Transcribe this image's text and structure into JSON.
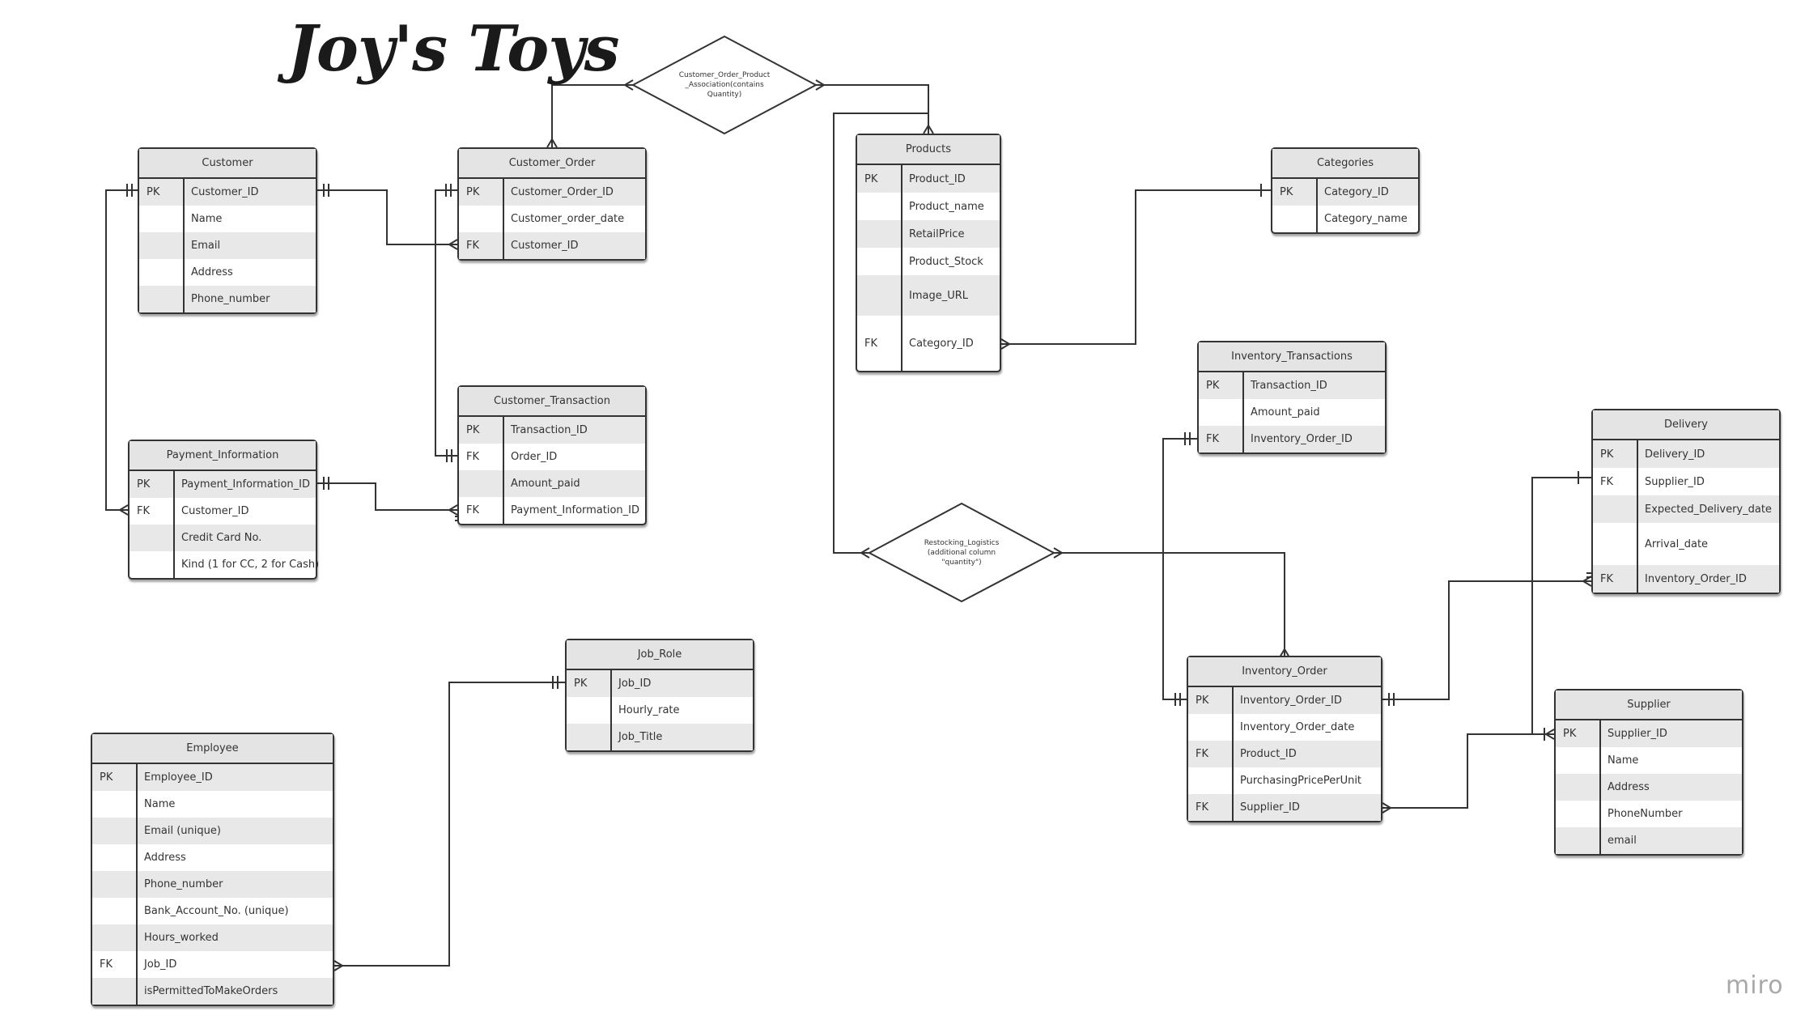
{
  "title": "Joy's Toys",
  "brand": "miro",
  "entities": {
    "customer": {
      "name": "Customer",
      "rows": [
        {
          "key": "PK",
          "field": "Customer_ID"
        },
        {
          "key": "",
          "field": "Name"
        },
        {
          "key": "",
          "field": "Email"
        },
        {
          "key": "",
          "field": "Address"
        },
        {
          "key": "",
          "field": "Phone_number"
        }
      ]
    },
    "customer_order": {
      "name": "Customer_Order",
      "rows": [
        {
          "key": "PK",
          "field": "Customer_Order_ID"
        },
        {
          "key": "",
          "field": "Customer_order_date"
        },
        {
          "key": "FK",
          "field": "Customer_ID"
        }
      ]
    },
    "payment_information": {
      "name": "Payment_Information",
      "rows": [
        {
          "key": "PK",
          "field": "Payment_Information_ID"
        },
        {
          "key": "FK",
          "field": "Customer_ID"
        },
        {
          "key": "",
          "field": "Credit Card No."
        },
        {
          "key": "",
          "field": "Kind (1 for CC, 2 for Cash)"
        }
      ]
    },
    "customer_transaction": {
      "name": "Customer_Transaction",
      "rows": [
        {
          "key": "PK",
          "field": "Transaction_ID"
        },
        {
          "key": "FK",
          "field": "Order_ID"
        },
        {
          "key": "",
          "field": "Amount_paid"
        },
        {
          "key": "FK",
          "field": "Payment_Information_ID"
        }
      ]
    },
    "products": {
      "name": "Products",
      "rows": [
        {
          "key": "PK",
          "field": "Product_ID"
        },
        {
          "key": "",
          "field": "Product_name"
        },
        {
          "key": "",
          "field": "RetailPrice"
        },
        {
          "key": "",
          "field": "Product_Stock"
        },
        {
          "key": "",
          "field": "Image_URL"
        },
        {
          "key": "FK",
          "field": "Category_ID"
        }
      ]
    },
    "categories": {
      "name": "Categories",
      "rows": [
        {
          "key": "PK",
          "field": "Category_ID"
        },
        {
          "key": "",
          "field": "Category_name"
        }
      ]
    },
    "inventory_transactions": {
      "name": "Inventory_Transactions",
      "rows": [
        {
          "key": "PK",
          "field": "Transaction_ID"
        },
        {
          "key": "",
          "field": "Amount_paid"
        },
        {
          "key": "FK",
          "field": "Inventory_Order_ID"
        }
      ]
    },
    "delivery": {
      "name": "Delivery",
      "rows": [
        {
          "key": "PK",
          "field": "Delivery_ID"
        },
        {
          "key": "FK",
          "field": "Supplier_ID"
        },
        {
          "key": "",
          "field": "Expected_Delivery_date"
        },
        {
          "key": "",
          "field": "Arrival_date"
        },
        {
          "key": "FK",
          "field": "Inventory_Order_ID"
        }
      ]
    },
    "inventory_order": {
      "name": "Inventory_Order",
      "rows": [
        {
          "key": "PK",
          "field": "Inventory_Order_ID"
        },
        {
          "key": "",
          "field": "Inventory_Order_date"
        },
        {
          "key": "FK",
          "field": "Product_ID"
        },
        {
          "key": "",
          "field": "PurchasingPricePerUnit"
        },
        {
          "key": "FK",
          "field": "Supplier_ID"
        }
      ]
    },
    "supplier": {
      "name": "Supplier",
      "rows": [
        {
          "key": "PK",
          "field": "Supplier_ID"
        },
        {
          "key": "",
          "field": "Name"
        },
        {
          "key": "",
          "field": "Address"
        },
        {
          "key": "",
          "field": "PhoneNumber"
        },
        {
          "key": "",
          "field": "email"
        }
      ]
    },
    "job_role": {
      "name": "Job_Role",
      "rows": [
        {
          "key": "PK",
          "field": "Job_ID"
        },
        {
          "key": "",
          "field": "Hourly_rate"
        },
        {
          "key": "",
          "field": "Job_Title"
        }
      ]
    },
    "employee": {
      "name": "Employee",
      "rows": [
        {
          "key": "PK",
          "field": "Employee_ID"
        },
        {
          "key": "",
          "field": "Name"
        },
        {
          "key": "",
          "field": "Email (unique)"
        },
        {
          "key": "",
          "field": "Address"
        },
        {
          "key": "",
          "field": "Phone_number"
        },
        {
          "key": "",
          "field": "Bank_Account_No. (unique)"
        },
        {
          "key": "",
          "field": "Hours_worked"
        },
        {
          "key": "FK",
          "field": "Job_ID"
        },
        {
          "key": "",
          "field": "isPermittedToMakeOrders"
        }
      ]
    }
  },
  "relationships": {
    "customer_order_product": "Customer_Order_Product\n_Association(contains\nQuantity)",
    "restocking_logistics": "Restocking_Logistics\n(additional column\n\"quantity\")"
  }
}
